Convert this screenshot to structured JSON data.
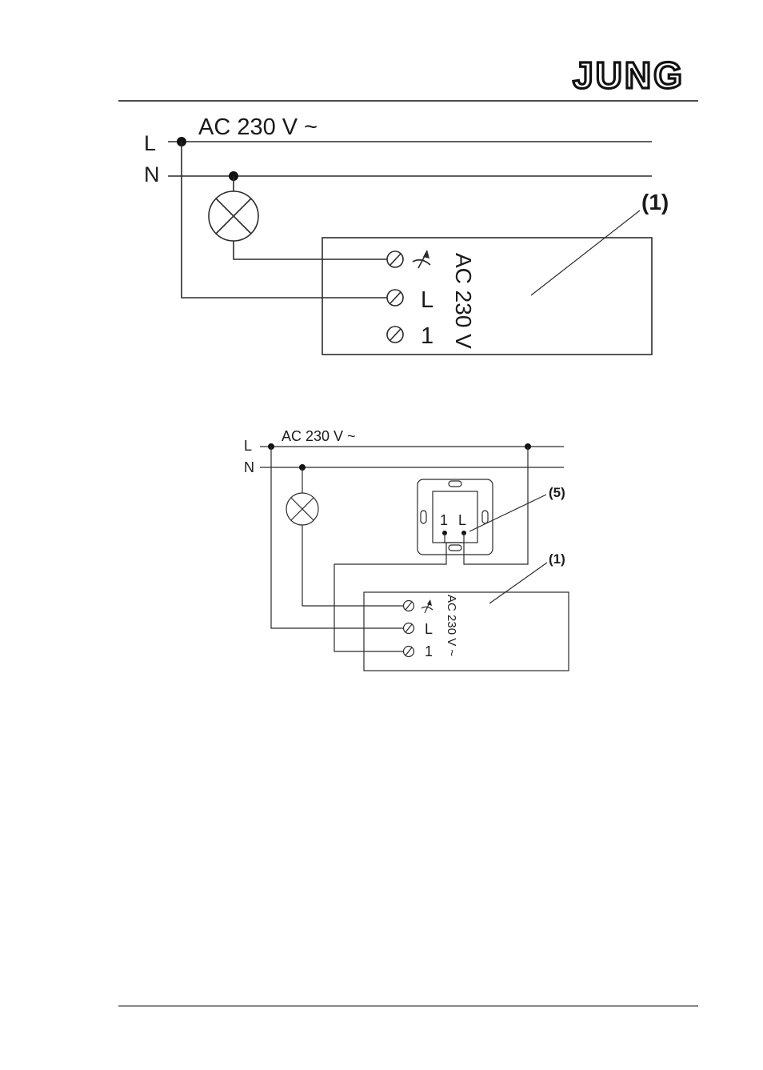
{
  "header": {
    "brand": "JUNG"
  },
  "diagram_top": {
    "supply_label": "AC 230 V ~",
    "line_label": "L",
    "neutral_label": "N",
    "callout": "(1)",
    "device_voltage": "AC 230 V",
    "terminals": [
      "L",
      "1"
    ]
  },
  "diagram_bottom": {
    "supply_label": "AC 230 V ~",
    "line_label": "L",
    "neutral_label": "N",
    "callout_extension": "(5)",
    "callout_device": "(1)",
    "extension_terminals": [
      "1",
      "L"
    ],
    "device_voltage": "AC 230 V ~",
    "terminals": [
      "L",
      "1"
    ]
  },
  "icons": {
    "lamp": "lamp-icon",
    "screw_terminal": "screw-terminal-icon",
    "load_symbol": "load-symbol-icon"
  },
  "colors": {
    "line": "#2b2b2b",
    "paper": "#ffffff"
  }
}
